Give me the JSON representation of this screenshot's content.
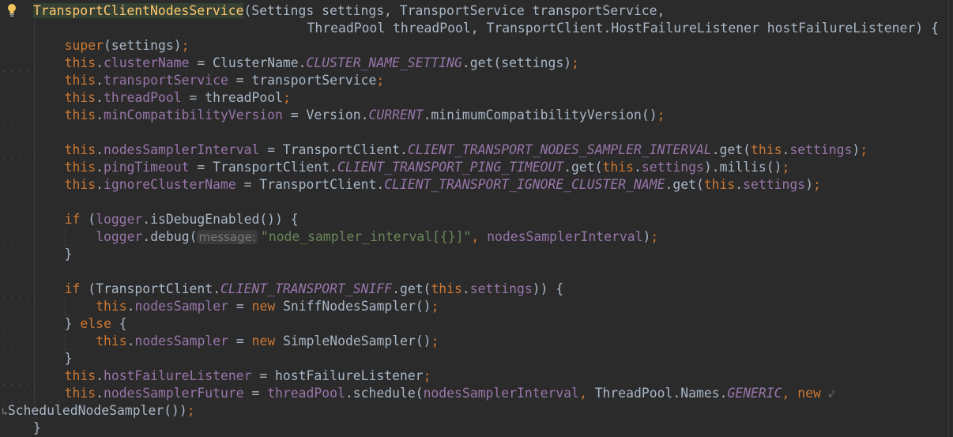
{
  "editor": {
    "colors": {
      "background": "#2b2b2b",
      "keyword": "#cc7832",
      "field": "#9876aa",
      "string": "#6a8759",
      "method_declaration": "#ffc66d",
      "text": "#a9b7c6"
    },
    "gutter_icon": "lightbulb-icon",
    "lines": [
      {
        "indent": 0,
        "tokens": [
          {
            "c": "fn",
            "t": "TransportClientNodesService"
          },
          {
            "c": "p",
            "t": "(Settings settings, TransportService transportService,"
          }
        ]
      },
      {
        "indent": 35,
        "tokens": [
          {
            "c": "p",
            "t": "ThreadPool threadPool, TransportClient.HostFailureListener hostFailureListener) {"
          }
        ]
      },
      {
        "indent": 4,
        "tokens": [
          {
            "c": "kw",
            "t": "super"
          },
          {
            "c": "p",
            "t": "(settings)"
          },
          {
            "c": "kw",
            "t": ";"
          }
        ]
      },
      {
        "indent": 4,
        "tokens": [
          {
            "c": "kw",
            "t": "this"
          },
          {
            "c": "p",
            "t": "."
          },
          {
            "c": "fld",
            "t": "clusterName"
          },
          {
            "c": "p",
            "t": " = ClusterName."
          },
          {
            "c": "st",
            "t": "CLUSTER_NAME_SETTING"
          },
          {
            "c": "p",
            "t": ".get(settings)"
          },
          {
            "c": "kw",
            "t": ";"
          }
        ]
      },
      {
        "indent": 4,
        "tokens": [
          {
            "c": "kw",
            "t": "this"
          },
          {
            "c": "p",
            "t": "."
          },
          {
            "c": "fld",
            "t": "transportService"
          },
          {
            "c": "p",
            "t": " = transportService"
          },
          {
            "c": "kw",
            "t": ";"
          }
        ]
      },
      {
        "indent": 4,
        "tokens": [
          {
            "c": "kw",
            "t": "this"
          },
          {
            "c": "p",
            "t": "."
          },
          {
            "c": "fld",
            "t": "threadPool"
          },
          {
            "c": "p",
            "t": " = threadPool"
          },
          {
            "c": "kw",
            "t": ";"
          }
        ]
      },
      {
        "indent": 4,
        "tokens": [
          {
            "c": "kw",
            "t": "this"
          },
          {
            "c": "p",
            "t": "."
          },
          {
            "c": "fld",
            "t": "minCompatibilityVersion"
          },
          {
            "c": "p",
            "t": " = Version."
          },
          {
            "c": "st",
            "t": "CURRENT"
          },
          {
            "c": "p",
            "t": ".minimumCompatibilityVersion()"
          },
          {
            "c": "kw",
            "t": ";"
          }
        ]
      },
      {
        "indent": 0,
        "tokens": []
      },
      {
        "indent": 4,
        "tokens": [
          {
            "c": "kw",
            "t": "this"
          },
          {
            "c": "p",
            "t": "."
          },
          {
            "c": "fld",
            "t": "nodesSamplerInterval"
          },
          {
            "c": "p",
            "t": " = TransportClient."
          },
          {
            "c": "st",
            "t": "CLIENT_TRANSPORT_NODES_SAMPLER_INTERVAL"
          },
          {
            "c": "p",
            "t": ".get("
          },
          {
            "c": "kw",
            "t": "this"
          },
          {
            "c": "p",
            "t": "."
          },
          {
            "c": "fld",
            "t": "settings"
          },
          {
            "c": "p",
            "t": ")"
          },
          {
            "c": "kw",
            "t": ";"
          }
        ]
      },
      {
        "indent": 4,
        "tokens": [
          {
            "c": "kw",
            "t": "this"
          },
          {
            "c": "p",
            "t": "."
          },
          {
            "c": "fld",
            "t": "pingTimeout"
          },
          {
            "c": "p",
            "t": " = TransportClient."
          },
          {
            "c": "st",
            "t": "CLIENT_TRANSPORT_PING_TIMEOUT"
          },
          {
            "c": "p",
            "t": ".get("
          },
          {
            "c": "kw",
            "t": "this"
          },
          {
            "c": "p",
            "t": "."
          },
          {
            "c": "fld",
            "t": "settings"
          },
          {
            "c": "p",
            "t": ").millis()"
          },
          {
            "c": "kw",
            "t": ";"
          }
        ]
      },
      {
        "indent": 4,
        "tokens": [
          {
            "c": "kw",
            "t": "this"
          },
          {
            "c": "p",
            "t": "."
          },
          {
            "c": "fld",
            "t": "ignoreClusterName"
          },
          {
            "c": "p",
            "t": " = TransportClient."
          },
          {
            "c": "st",
            "t": "CLIENT_TRANSPORT_IGNORE_CLUSTER_NAME"
          },
          {
            "c": "p",
            "t": ".get("
          },
          {
            "c": "kw",
            "t": "this"
          },
          {
            "c": "p",
            "t": "."
          },
          {
            "c": "fld",
            "t": "settings"
          },
          {
            "c": "p",
            "t": ")"
          },
          {
            "c": "kw",
            "t": ";"
          }
        ]
      },
      {
        "indent": 0,
        "tokens": []
      },
      {
        "indent": 4,
        "tokens": [
          {
            "c": "kw",
            "t": "if "
          },
          {
            "c": "p",
            "t": "("
          },
          {
            "c": "fld",
            "t": "logger"
          },
          {
            "c": "p",
            "t": ".isDebugEnabled()) {"
          }
        ]
      },
      {
        "indent": 8,
        "tokens": [
          {
            "c": "fld",
            "t": "logger"
          },
          {
            "c": "p",
            "t": ".debug("
          },
          {
            "c": "hint",
            "t": "message:"
          },
          {
            "c": "str",
            "t": "\"node_sampler_interval[{}]\""
          },
          {
            "c": "kw",
            "t": ", "
          },
          {
            "c": "fld",
            "t": "nodesSamplerInterval"
          },
          {
            "c": "p",
            "t": ")"
          },
          {
            "c": "kw",
            "t": ";"
          }
        ]
      },
      {
        "indent": 4,
        "tokens": [
          {
            "c": "p",
            "t": "}"
          }
        ]
      },
      {
        "indent": 0,
        "tokens": []
      },
      {
        "indent": 4,
        "tokens": [
          {
            "c": "kw",
            "t": "if "
          },
          {
            "c": "p",
            "t": "(TransportClient."
          },
          {
            "c": "st",
            "t": "CLIENT_TRANSPORT_SNIFF"
          },
          {
            "c": "p",
            "t": ".get("
          },
          {
            "c": "kw",
            "t": "this"
          },
          {
            "c": "p",
            "t": "."
          },
          {
            "c": "fld",
            "t": "settings"
          },
          {
            "c": "p",
            "t": ")) {"
          }
        ]
      },
      {
        "indent": 8,
        "tokens": [
          {
            "c": "kw",
            "t": "this"
          },
          {
            "c": "p",
            "t": "."
          },
          {
            "c": "fld",
            "t": "nodesSampler"
          },
          {
            "c": "p",
            "t": " = "
          },
          {
            "c": "kw",
            "t": "new "
          },
          {
            "c": "p",
            "t": "SniffNodesSampler()"
          },
          {
            "c": "kw",
            "t": ";"
          }
        ]
      },
      {
        "indent": 4,
        "tokens": [
          {
            "c": "p",
            "t": "} "
          },
          {
            "c": "kw",
            "t": "else "
          },
          {
            "c": "p",
            "t": "{"
          }
        ]
      },
      {
        "indent": 8,
        "tokens": [
          {
            "c": "kw",
            "t": "this"
          },
          {
            "c": "p",
            "t": "."
          },
          {
            "c": "fld",
            "t": "nodesSampler"
          },
          {
            "c": "p",
            "t": " = "
          },
          {
            "c": "kw",
            "t": "new "
          },
          {
            "c": "p",
            "t": "SimpleNodeSampler()"
          },
          {
            "c": "kw",
            "t": ";"
          }
        ]
      },
      {
        "indent": 4,
        "tokens": [
          {
            "c": "p",
            "t": "}"
          }
        ]
      },
      {
        "indent": 4,
        "tokens": [
          {
            "c": "kw",
            "t": "this"
          },
          {
            "c": "p",
            "t": "."
          },
          {
            "c": "fld",
            "t": "hostFailureListener"
          },
          {
            "c": "p",
            "t": " = hostFailureListener"
          },
          {
            "c": "kw",
            "t": ";"
          }
        ]
      },
      {
        "indent": 4,
        "tokens": [
          {
            "c": "kw",
            "t": "this"
          },
          {
            "c": "p",
            "t": "."
          },
          {
            "c": "fld",
            "t": "nodesSamplerFuture"
          },
          {
            "c": "p",
            "t": " = "
          },
          {
            "c": "fld",
            "t": "threadPool"
          },
          {
            "c": "p",
            "t": ".schedule("
          },
          {
            "c": "fld",
            "t": "nodesSamplerInterval"
          },
          {
            "c": "kw",
            "t": ", "
          },
          {
            "c": "p",
            "t": "ThreadPool.Names."
          },
          {
            "c": "st",
            "t": "GENERIC"
          },
          {
            "c": "kw",
            "t": ", new "
          },
          {
            "c": "wrapmark",
            "t": "⤦"
          }
        ]
      },
      {
        "indent": -4,
        "wrapped": true,
        "tokens": [
          {
            "c": "wrapmark",
            "t": "↳"
          },
          {
            "c": "p",
            "t": "ScheduledNodeSampler())"
          },
          {
            "c": "kw",
            "t": ";"
          }
        ]
      },
      {
        "indent": 0,
        "tokens": [
          {
            "c": "p",
            "t": "}"
          }
        ]
      }
    ]
  }
}
